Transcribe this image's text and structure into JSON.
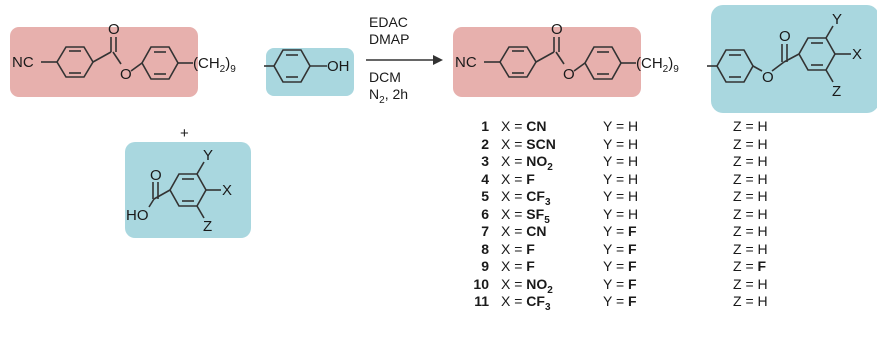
{
  "colors": {
    "red_box": "#e7b0ad",
    "blue_box": "#a9d7df",
    "bond": "#333333"
  },
  "reactant1": {
    "nitrile": "NC",
    "carbonyl_o": "O",
    "ester_o": "O",
    "chain": "(CH",
    "chain_sub": "2",
    "chain_close": ")",
    "chain_n": "9",
    "phenol": "OH"
  },
  "plus": "+",
  "reactant2": {
    "y": "Y",
    "x": "X",
    "z": "Z",
    "acid_o": "O",
    "acid_ho": "HO"
  },
  "conditions": {
    "line1": "EDAC",
    "line2": "DMAP",
    "line3": "DCM",
    "line4_pre": "N",
    "line4_sub": "2",
    "line4_post": ", 2h"
  },
  "product": {
    "nitrile": "NC",
    "carbonyl_o": "O",
    "ester_o": "O",
    "chain": "(CH",
    "chain_sub": "2",
    "chain_close": ")",
    "chain_n": "9",
    "ester2_o": "O",
    "carbonyl2_o": "O",
    "y": "Y",
    "x": "X",
    "z": "Z"
  },
  "table_rows": [
    {
      "num": "1",
      "x": "CN",
      "x_sub": "",
      "x_post": "",
      "y": "H",
      "y_bold": false,
      "z": "H",
      "z_bold": false
    },
    {
      "num": "2",
      "x": "SCN",
      "x_sub": "",
      "x_post": "",
      "y": "H",
      "y_bold": false,
      "z": "H",
      "z_bold": false
    },
    {
      "num": "3",
      "x": "NO",
      "x_sub": "2",
      "x_post": "",
      "y": "H",
      "y_bold": false,
      "z": "H",
      "z_bold": false
    },
    {
      "num": "4",
      "x": "F",
      "x_sub": "",
      "x_post": "",
      "y": "H",
      "y_bold": false,
      "z": "H",
      "z_bold": false
    },
    {
      "num": "5",
      "x": "CF",
      "x_sub": "3",
      "x_post": "",
      "y": "H",
      "y_bold": false,
      "z": "H",
      "z_bold": false
    },
    {
      "num": "6",
      "x": "SF",
      "x_sub": "5",
      "x_post": "",
      "y": "H",
      "y_bold": false,
      "z": "H",
      "z_bold": false
    },
    {
      "num": "7",
      "x": "CN",
      "x_sub": "",
      "x_post": "",
      "y": "F",
      "y_bold": true,
      "z": "H",
      "z_bold": false
    },
    {
      "num": "8",
      "x": "F",
      "x_sub": "",
      "x_post": "",
      "y": "F",
      "y_bold": true,
      "z": "H",
      "z_bold": false
    },
    {
      "num": "9",
      "x": "F",
      "x_sub": "",
      "x_post": "",
      "y": "F",
      "y_bold": true,
      "z": "F",
      "z_bold": true
    },
    {
      "num": "10",
      "x": "NO",
      "x_sub": "2",
      "x_post": "",
      "y": "F",
      "y_bold": true,
      "z": "H",
      "z_bold": false
    },
    {
      "num": "11",
      "x": "CF",
      "x_sub": "3",
      "x_post": "",
      "y": "F",
      "y_bold": true,
      "z": "H",
      "z_bold": false
    }
  ],
  "labels": {
    "x_prefix": "X = ",
    "y_prefix": "Y = ",
    "z_prefix": "Z = "
  }
}
